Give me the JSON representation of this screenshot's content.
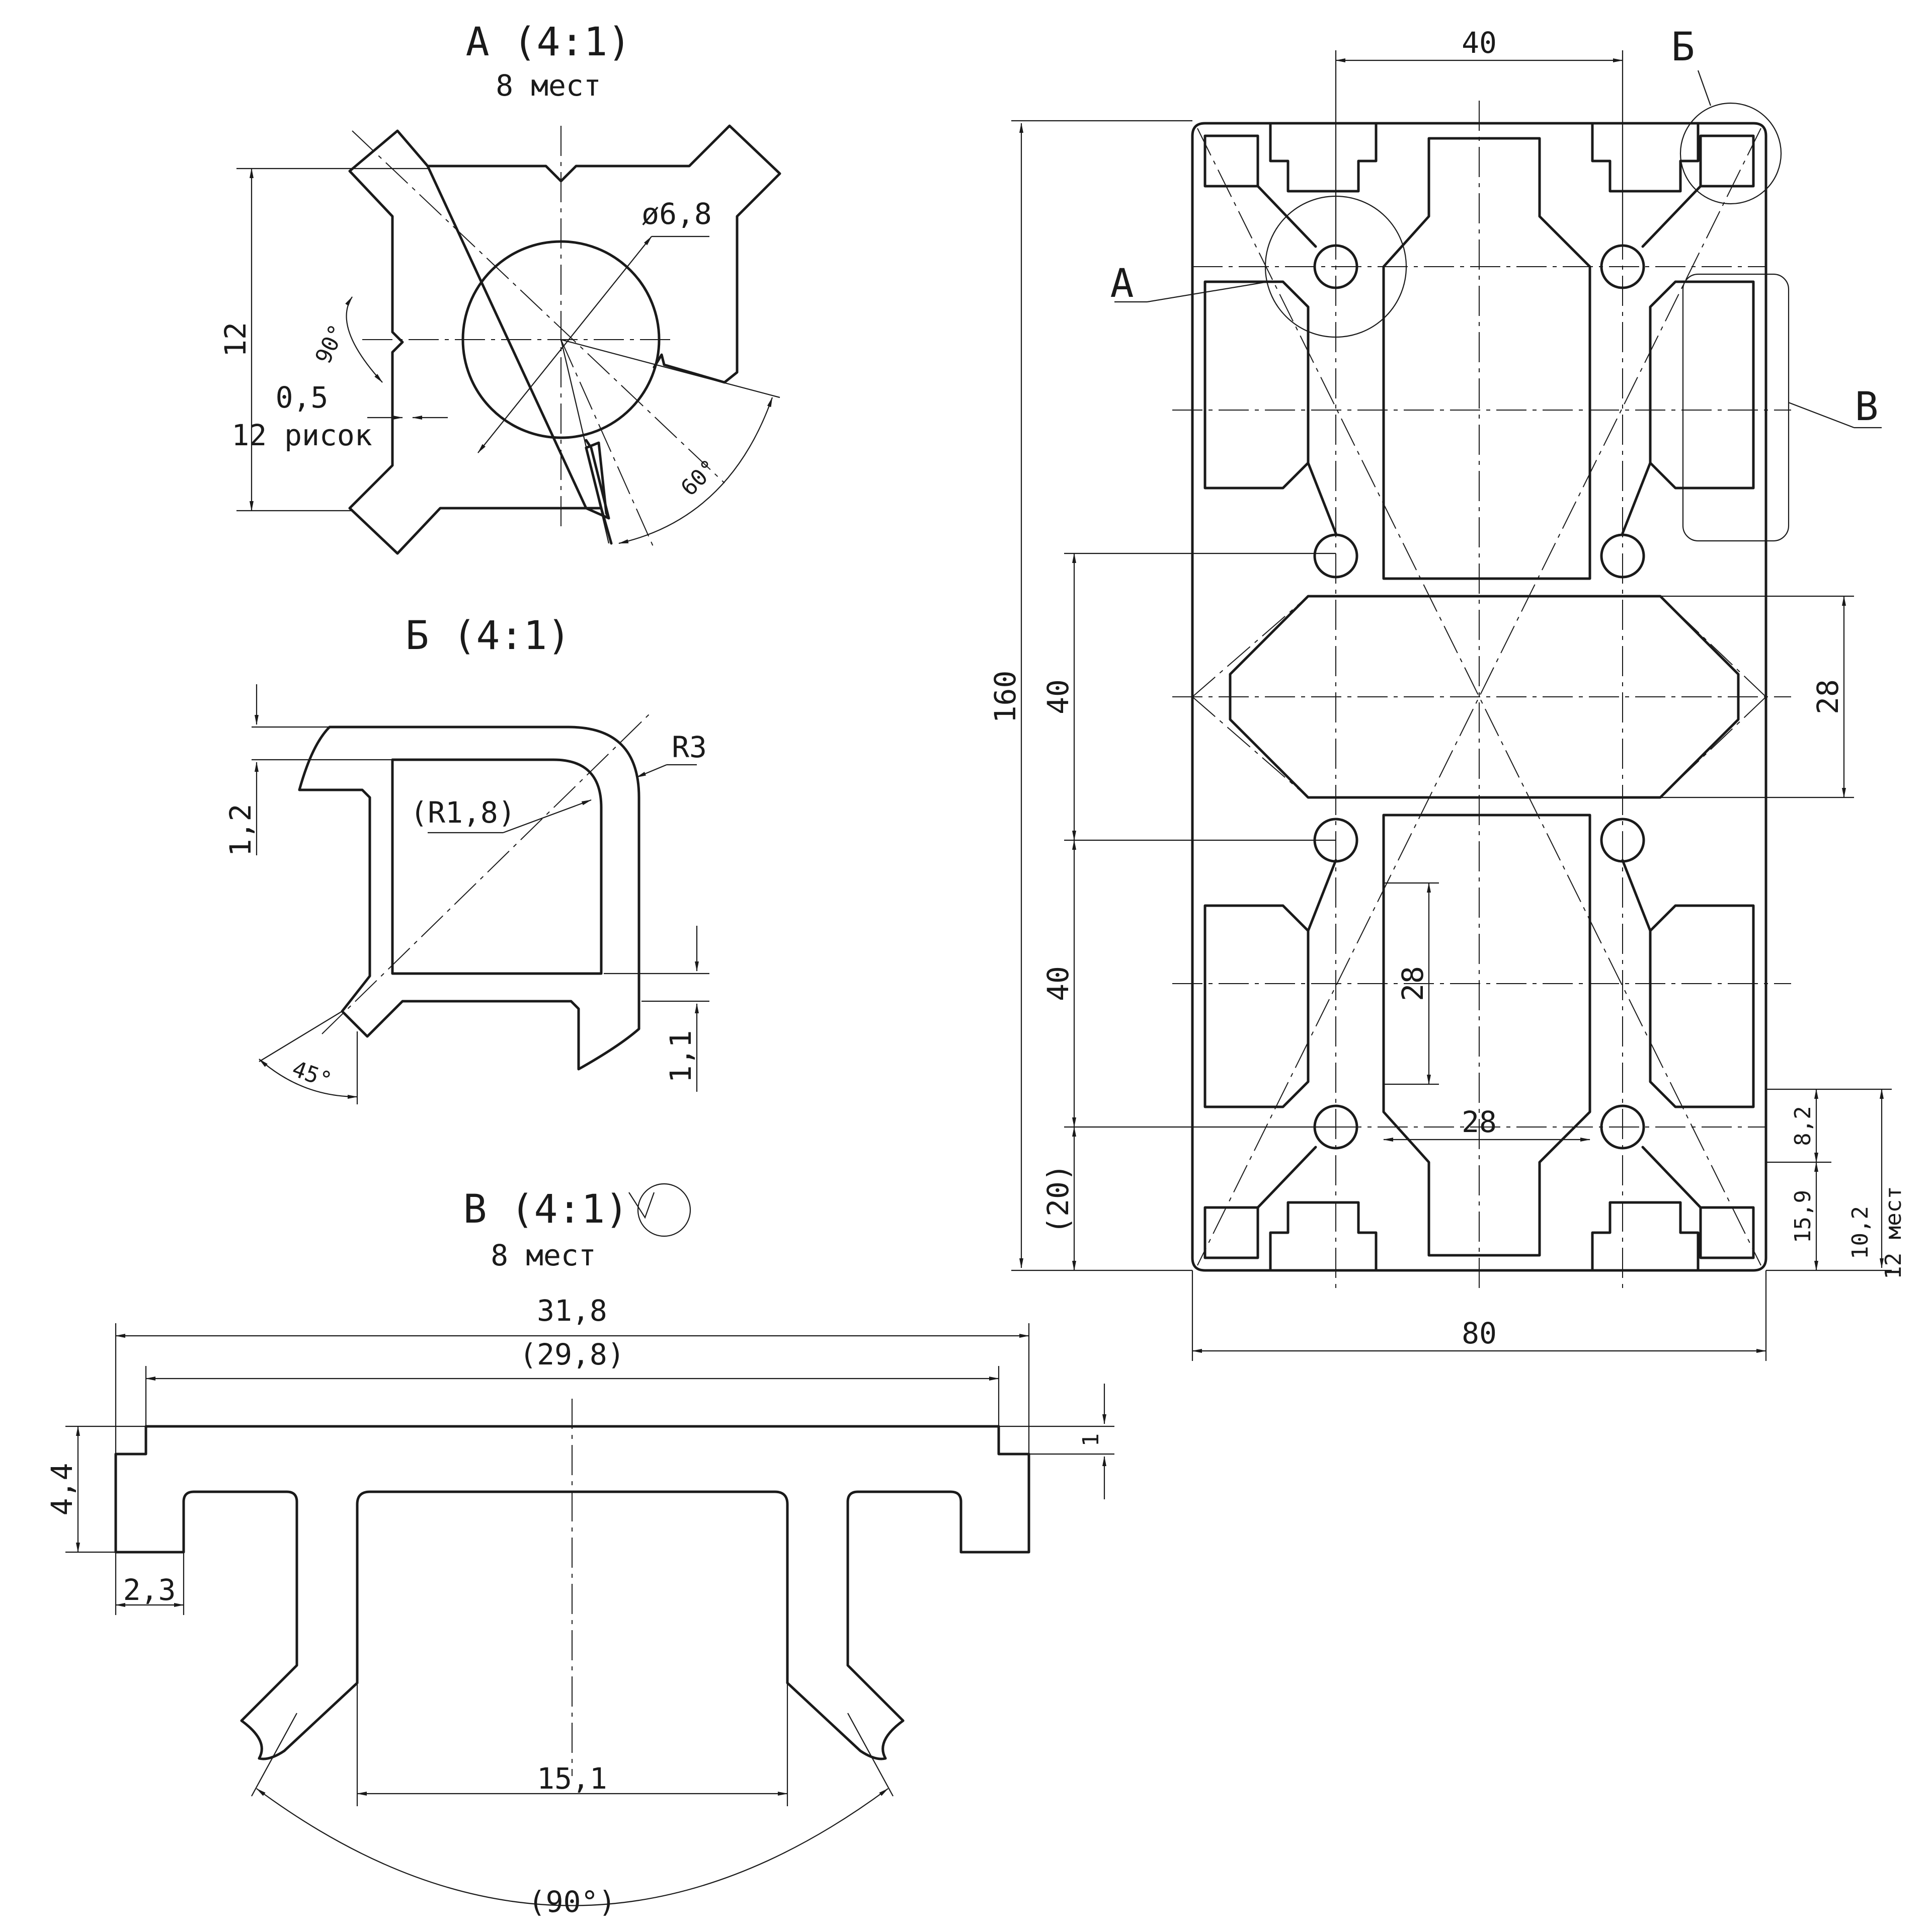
{
  "views": {
    "a": {
      "title": "А (4:1)",
      "note": "8 мест"
    },
    "b": {
      "title": "Б (4:1)"
    },
    "v": {
      "title": "В (4:1)",
      "note": "8 мест"
    }
  },
  "callouts": {
    "a": "А",
    "b": "Б",
    "v": "В"
  },
  "dims": {
    "a_height": "12",
    "a_dia": "ø6,8",
    "a_angle90": "90°",
    "a_angle60": "60°",
    "a_groove": "0,5",
    "a_groove_note": "12 рисок",
    "b_r3": "R3",
    "b_r18": "(R1,8)",
    "b_12": "1,2",
    "b_11": "1,1",
    "b_45": "45°",
    "v_318": "31,8",
    "v_298": "(29,8)",
    "v_44": "4,4",
    "v_1": "1",
    "v_23": "2,3",
    "v_151": "15,1",
    "v_90": "(90°)",
    "m_40_top": "40",
    "m_160": "160",
    "m_40a": "40",
    "m_40b": "40",
    "m_20": "(20)",
    "m_28r": "28",
    "m_28c": "28",
    "m_28h": "28",
    "m_82": "8,2",
    "m_159": "15,9",
    "m_102": "10,2",
    "m_102_note": "12 мест",
    "m_80": "80"
  }
}
